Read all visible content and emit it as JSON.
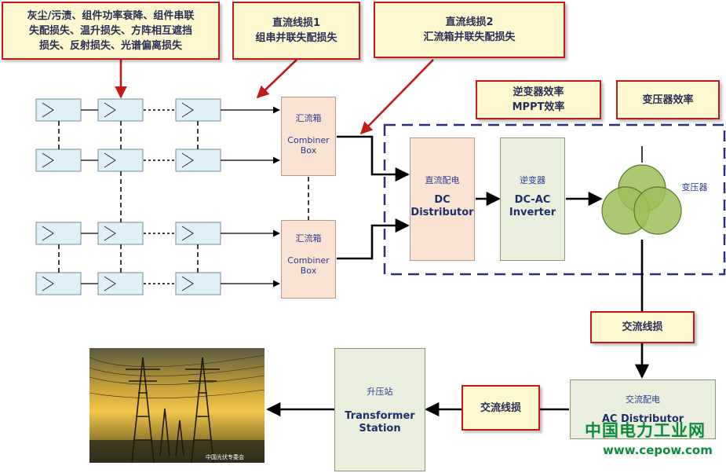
{
  "loss_boxes": {
    "module_losses": {
      "line1": "灰尘/污渍、组件功率衰降、组件串联",
      "line2": "失配损失、温升损失、方阵相互遮挡",
      "line3": "损失、反射损失、光谱偏离损失"
    },
    "dc_loss_1": {
      "title": "直流线损1",
      "subtitle": "组串并联失配损失"
    },
    "dc_loss_2": {
      "title": "直流线损2",
      "subtitle": "汇流箱并联失配损失"
    },
    "inverter_efficiency": {
      "line1": "逆变器效率",
      "line2": "MPPT效率"
    },
    "transformer_efficiency": "变压器效率",
    "ac_loss_right": "交流线损",
    "ac_loss_bottom": "交流线损"
  },
  "combiner_box_top": {
    "cn": "汇流箱",
    "en_line1": "Combiner",
    "en_line2": "Box"
  },
  "combiner_box_bottom": {
    "cn": "汇流箱",
    "en_line1": "Combiner",
    "en_line2": "Box"
  },
  "dc_distributor": {
    "cn": "直流配电",
    "en_line1": "DC",
    "en_line2": "Distributor"
  },
  "inverter": {
    "cn": "逆变器",
    "en_line1": "DC-AC",
    "en_line2": "Inverter"
  },
  "transformer": {
    "cn": "变压器"
  },
  "ac_distributor": {
    "cn": "交流配电",
    "en": "AC Distributor"
  },
  "step_up_station": {
    "cn": "升压站",
    "en_line1": "Transformer",
    "en_line2": "Station"
  },
  "photo_caption": "中国光伏专委会",
  "watermark": {
    "name": "中国电力工业网",
    "url": "www.cepow.com"
  },
  "colors": {
    "loss_border": "#c11a1a",
    "loss_fill": "#fdf8d0",
    "combiner_fill": "#fbe3d4",
    "equipment_fill": "#e9efdc",
    "pv_module_fill": "#dff0f8",
    "dashed_boundary": "#2c2f7a",
    "watermark_green": "#0d8a3e"
  }
}
